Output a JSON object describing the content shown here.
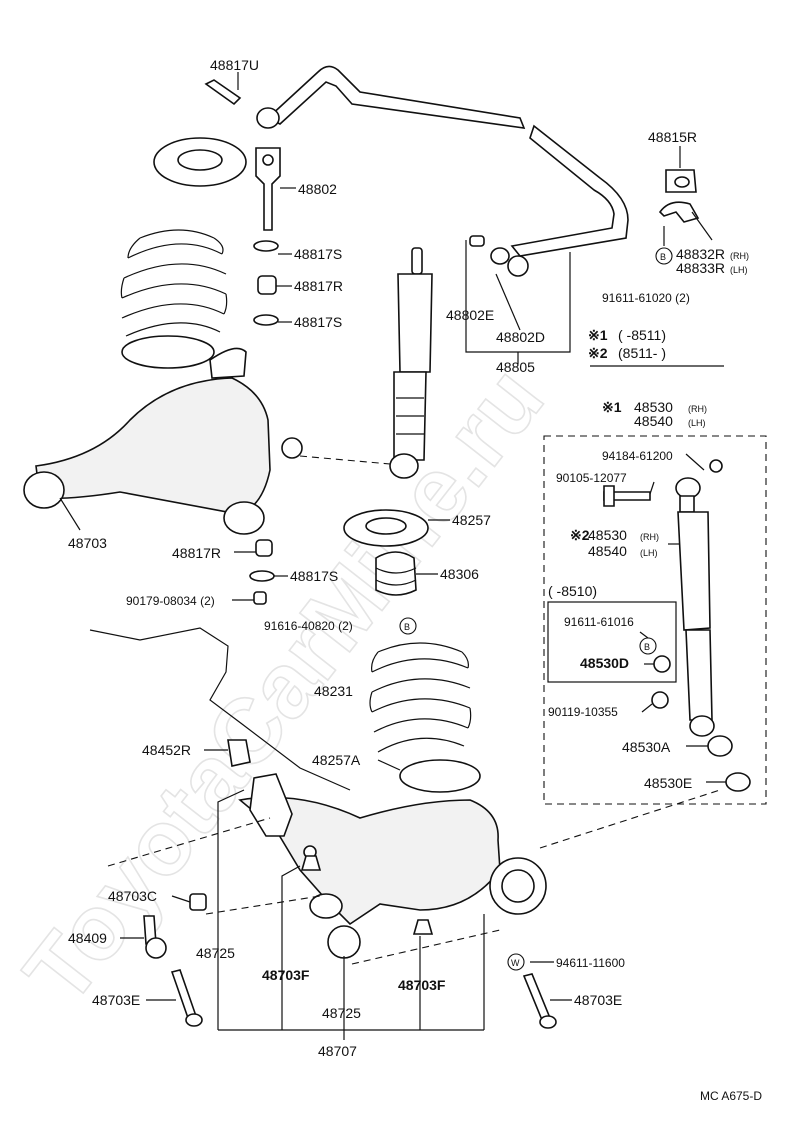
{
  "watermark": "ToyotaCarMine.ru",
  "footer_code": "MC  A675-D",
  "labels": {
    "p48817U": "48817U",
    "p48802": "48802",
    "p48817S_a": "48817S",
    "p48817R_a": "48817R",
    "p48817S_b": "48817S",
    "p48815R": "48815R",
    "p48832R": "48832R",
    "p48832R_side": "(RH)",
    "p48833R": "48833R",
    "p48833R_side": "(LH)",
    "p91611_61020": "91611-61020 (2)",
    "p48802E": "48802E",
    "p48802D": "48802D",
    "p48805": "48805",
    "p48703": "48703",
    "p48817R_b": "48817R",
    "p48817S_c": "48817S",
    "p90179": "90179-08034 (2)",
    "p48257": "48257",
    "p48306": "48306",
    "p91616": "91616-40820 (2)",
    "p48231": "48231",
    "p48452R": "48452R",
    "p48257A": "48257A",
    "p48703C": "48703C",
    "p48409": "48409",
    "p48725_a": "48725",
    "p48703F_a": "48703F",
    "p48703F_b": "48703F",
    "p48725_b": "48725",
    "p48707": "48707",
    "p48703E_a": "48703E",
    "p48703E_b": "48703E",
    "p94611": "94611-11600",
    "p48530_rh": "48530",
    "p48530_rh_side": "(RH)",
    "p48540_lh": "48540",
    "p48540_lh_side": "(LH)",
    "p94184": "94184-61200",
    "p90105": "90105-12077",
    "p48530_2": "48530",
    "p48530_2_side": "(RH)",
    "p48540_2": "48540",
    "p48540_2_side": "(LH)",
    "p8510": "(      -8510)",
    "p91611_61016": "91611-61016",
    "p48530D": "48530D",
    "p90119": "90119-10355",
    "p48530A": "48530A",
    "p48530E": "48530E"
  },
  "notes": {
    "note1_mark": "※1",
    "note1_text": "(          -8511)",
    "note2_mark": "※2",
    "note2_text": "(8511-          )",
    "shock_mark1": "※1",
    "shock_mark2": "※2"
  },
  "symbols": {
    "b_mark": "B",
    "w_mark": "W"
  }
}
